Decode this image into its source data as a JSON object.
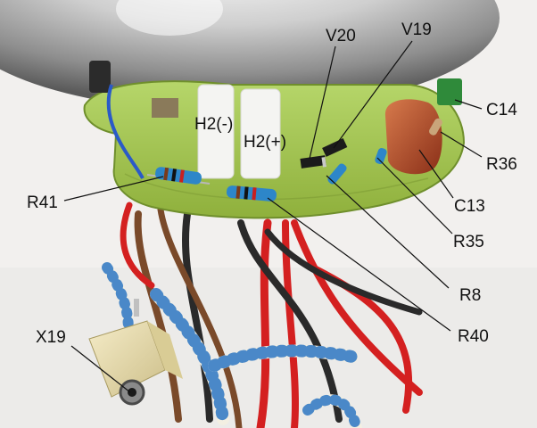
{
  "labels": {
    "v20": "V20",
    "v19": "V19",
    "c14": "C14",
    "h2_minus": "H2(-)",
    "h2_plus": "H2(+)",
    "r36": "R36",
    "r41": "R41",
    "c13": "C13",
    "r35": "R35",
    "r8": "R8",
    "x19": "X19",
    "r40": "R40"
  },
  "colors": {
    "background": "#f2f0ee",
    "pcb": "#9fc24a",
    "globe": "#c9c9c9",
    "red_wire": "#d42020",
    "black_wire": "#2a2a2a",
    "brown_wire": "#7a4a2a",
    "resistor_body": "#2d86c9",
    "capacitor_c13": "#b84a2a",
    "capacitor_c14": "#2f8a3a"
  }
}
